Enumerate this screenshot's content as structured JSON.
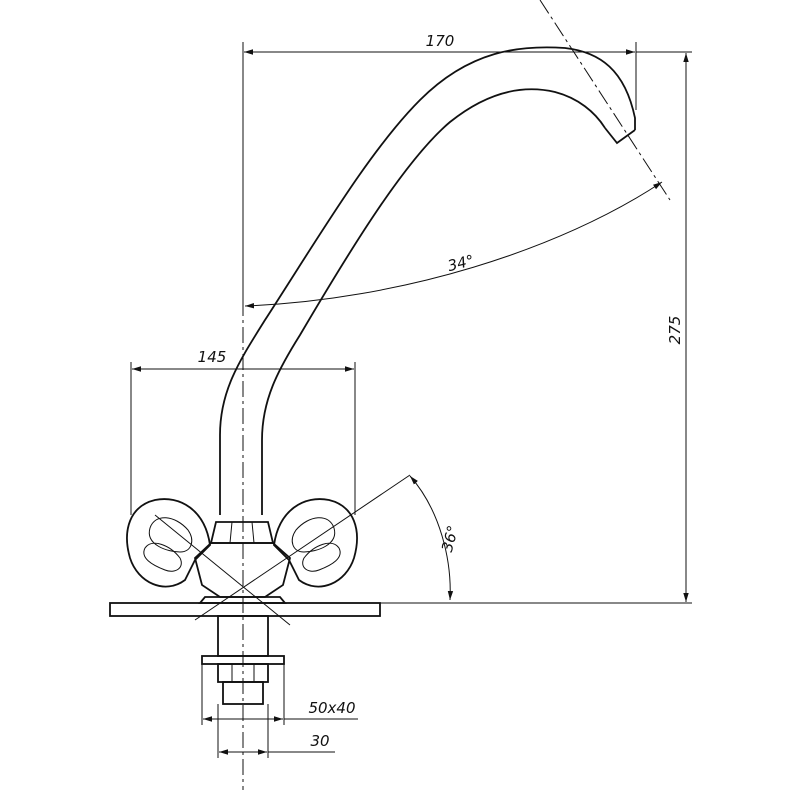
{
  "dimensions": {
    "spout_reach": "170",
    "handle_span": "145",
    "total_height": "275",
    "spout_angle": "34°",
    "handle_angle": "36°",
    "base_plate": "50x40",
    "shank_width": "30"
  },
  "colors": {
    "line": "#111111",
    "background": "#ffffff"
  }
}
